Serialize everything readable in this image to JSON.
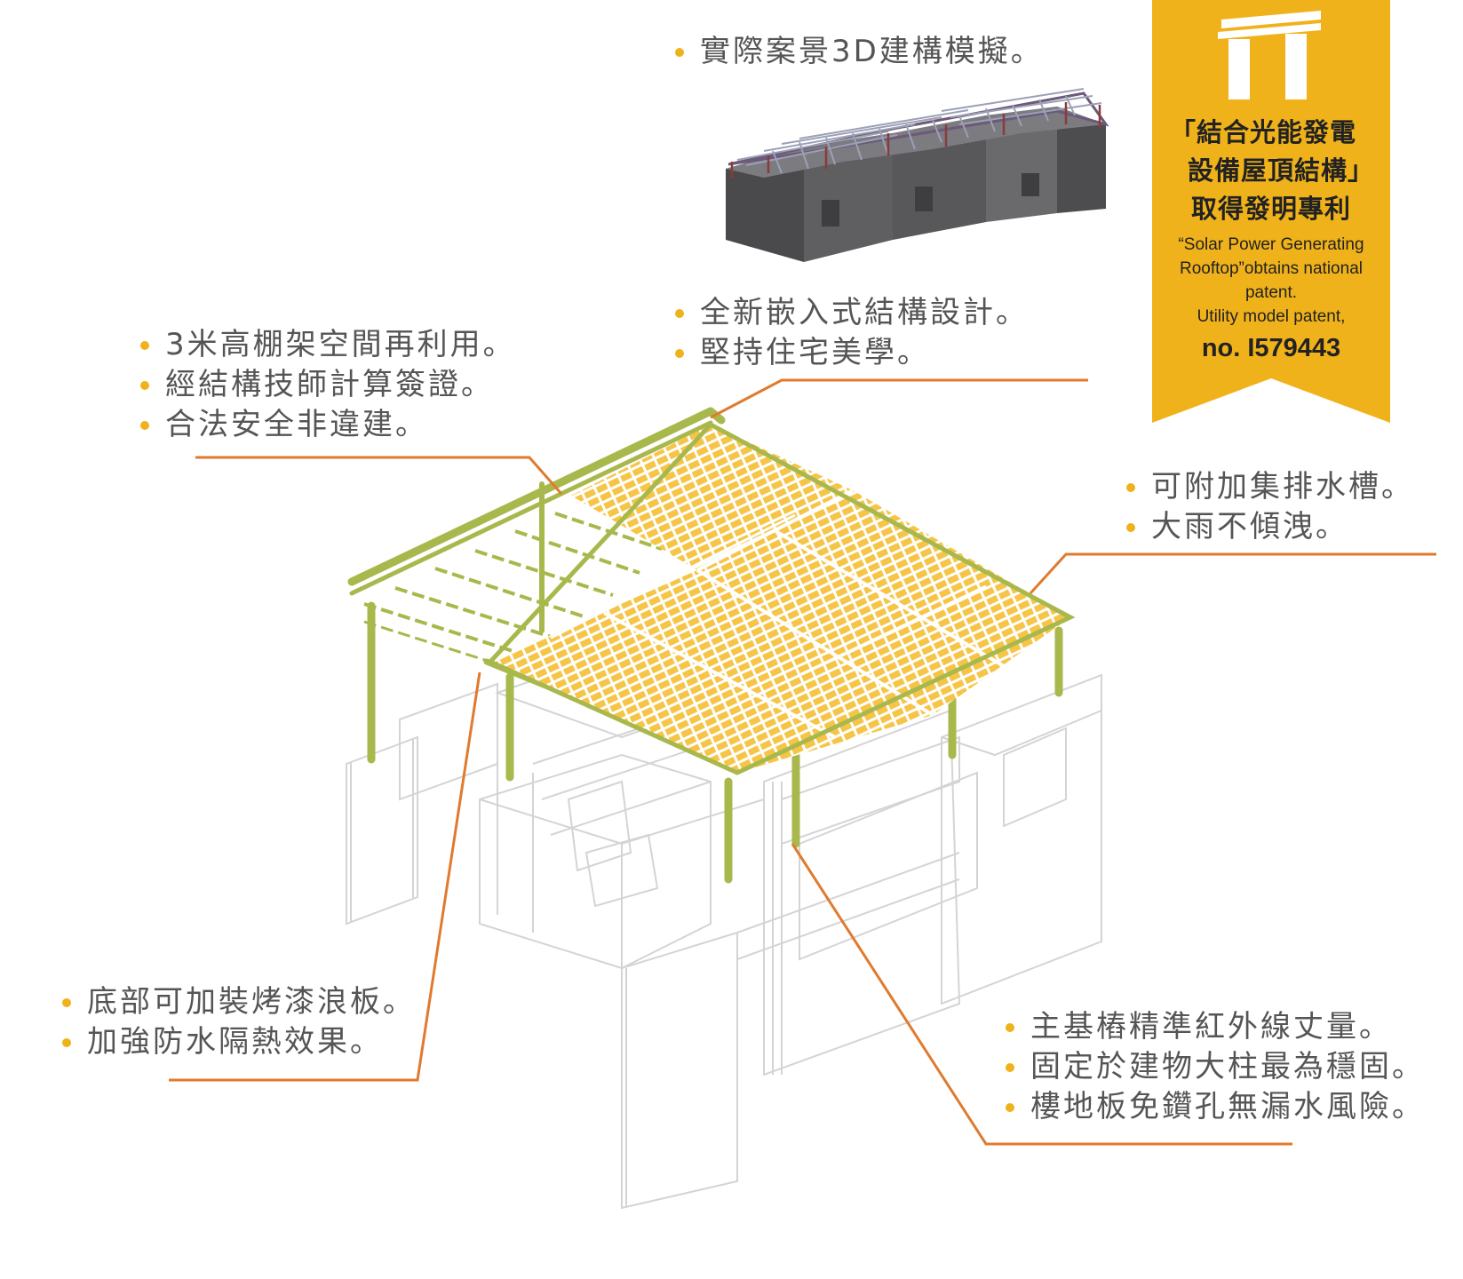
{
  "colors": {
    "accent_yellow": "#f0b21a",
    "frame_green": "#a9b84c",
    "panel_yellow": "#f6c547",
    "leader_orange": "#e07a2e",
    "ghost_gray": "#d4d4d4",
    "text_gray": "#555555",
    "building_gray": "#5c5c5f"
  },
  "callouts": {
    "top_simulation": [
      "實際案景3D建構模擬。"
    ],
    "shed_reuse": [
      "3米高棚架空間再利用。",
      "經結構技師計算簽證。",
      "合法安全非違建。"
    ],
    "embedded": [
      "全新嵌入式結構設計。",
      "堅持住宅美學。"
    ],
    "drainage": [
      "可附加集排水槽。",
      "大雨不傾洩。"
    ],
    "underside": [
      "底部可加裝烤漆浪板。",
      "加強防水隔熱效果。"
    ],
    "foundation": [
      "主基樁精準紅外線丈量。",
      "固定於建物大柱最為穩固。",
      "樓地板免鑽孔無漏水風險。"
    ]
  },
  "patent_ribbon": {
    "icon": "gate-pillar-icon",
    "title_lines": [
      "「結合光能發電",
      "設備屋頂結構」",
      "取得發明專利"
    ],
    "english_lines": [
      "“Solar Power Generating",
      "Rooftop”obtains national",
      "patent.",
      "Utility model patent,"
    ],
    "number": "no. I579443"
  }
}
